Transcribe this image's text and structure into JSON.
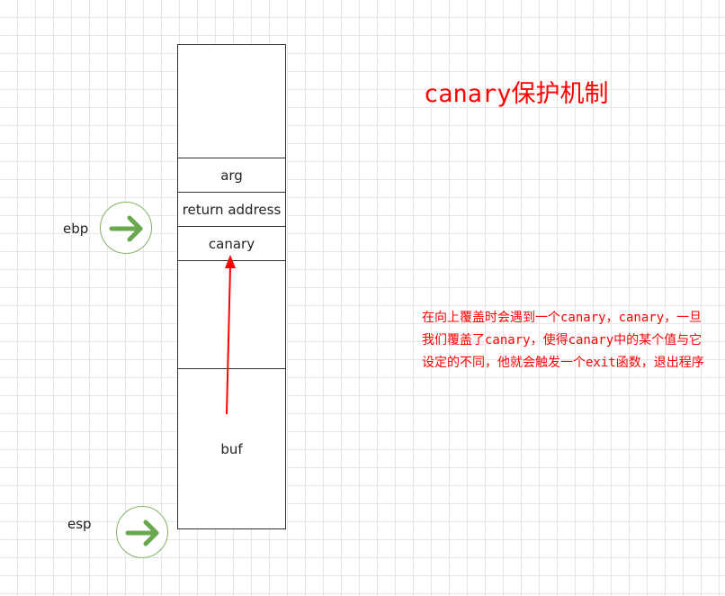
{
  "title": "canary保护机制",
  "stack": {
    "cells": {
      "arg": "arg",
      "return_address": "return address",
      "canary": "canary",
      "buf": "buf"
    }
  },
  "registers": {
    "ebp": "ebp",
    "esp": "esp"
  },
  "note": "在向上覆盖时会遇到一个canary，canary，一旦我们覆盖了canary，使得canary中的某个值与它设定的不同，他就会触发一个exit函数，退出程序",
  "colors": {
    "title": "#ff0000",
    "note": "#ff0000",
    "overflow_arrow": "#ff0000",
    "register_arrow": "#6aa84f",
    "register_circle": "#82b366"
  },
  "icons": {
    "ebp": "right-arrow-icon",
    "esp": "right-arrow-icon"
  }
}
